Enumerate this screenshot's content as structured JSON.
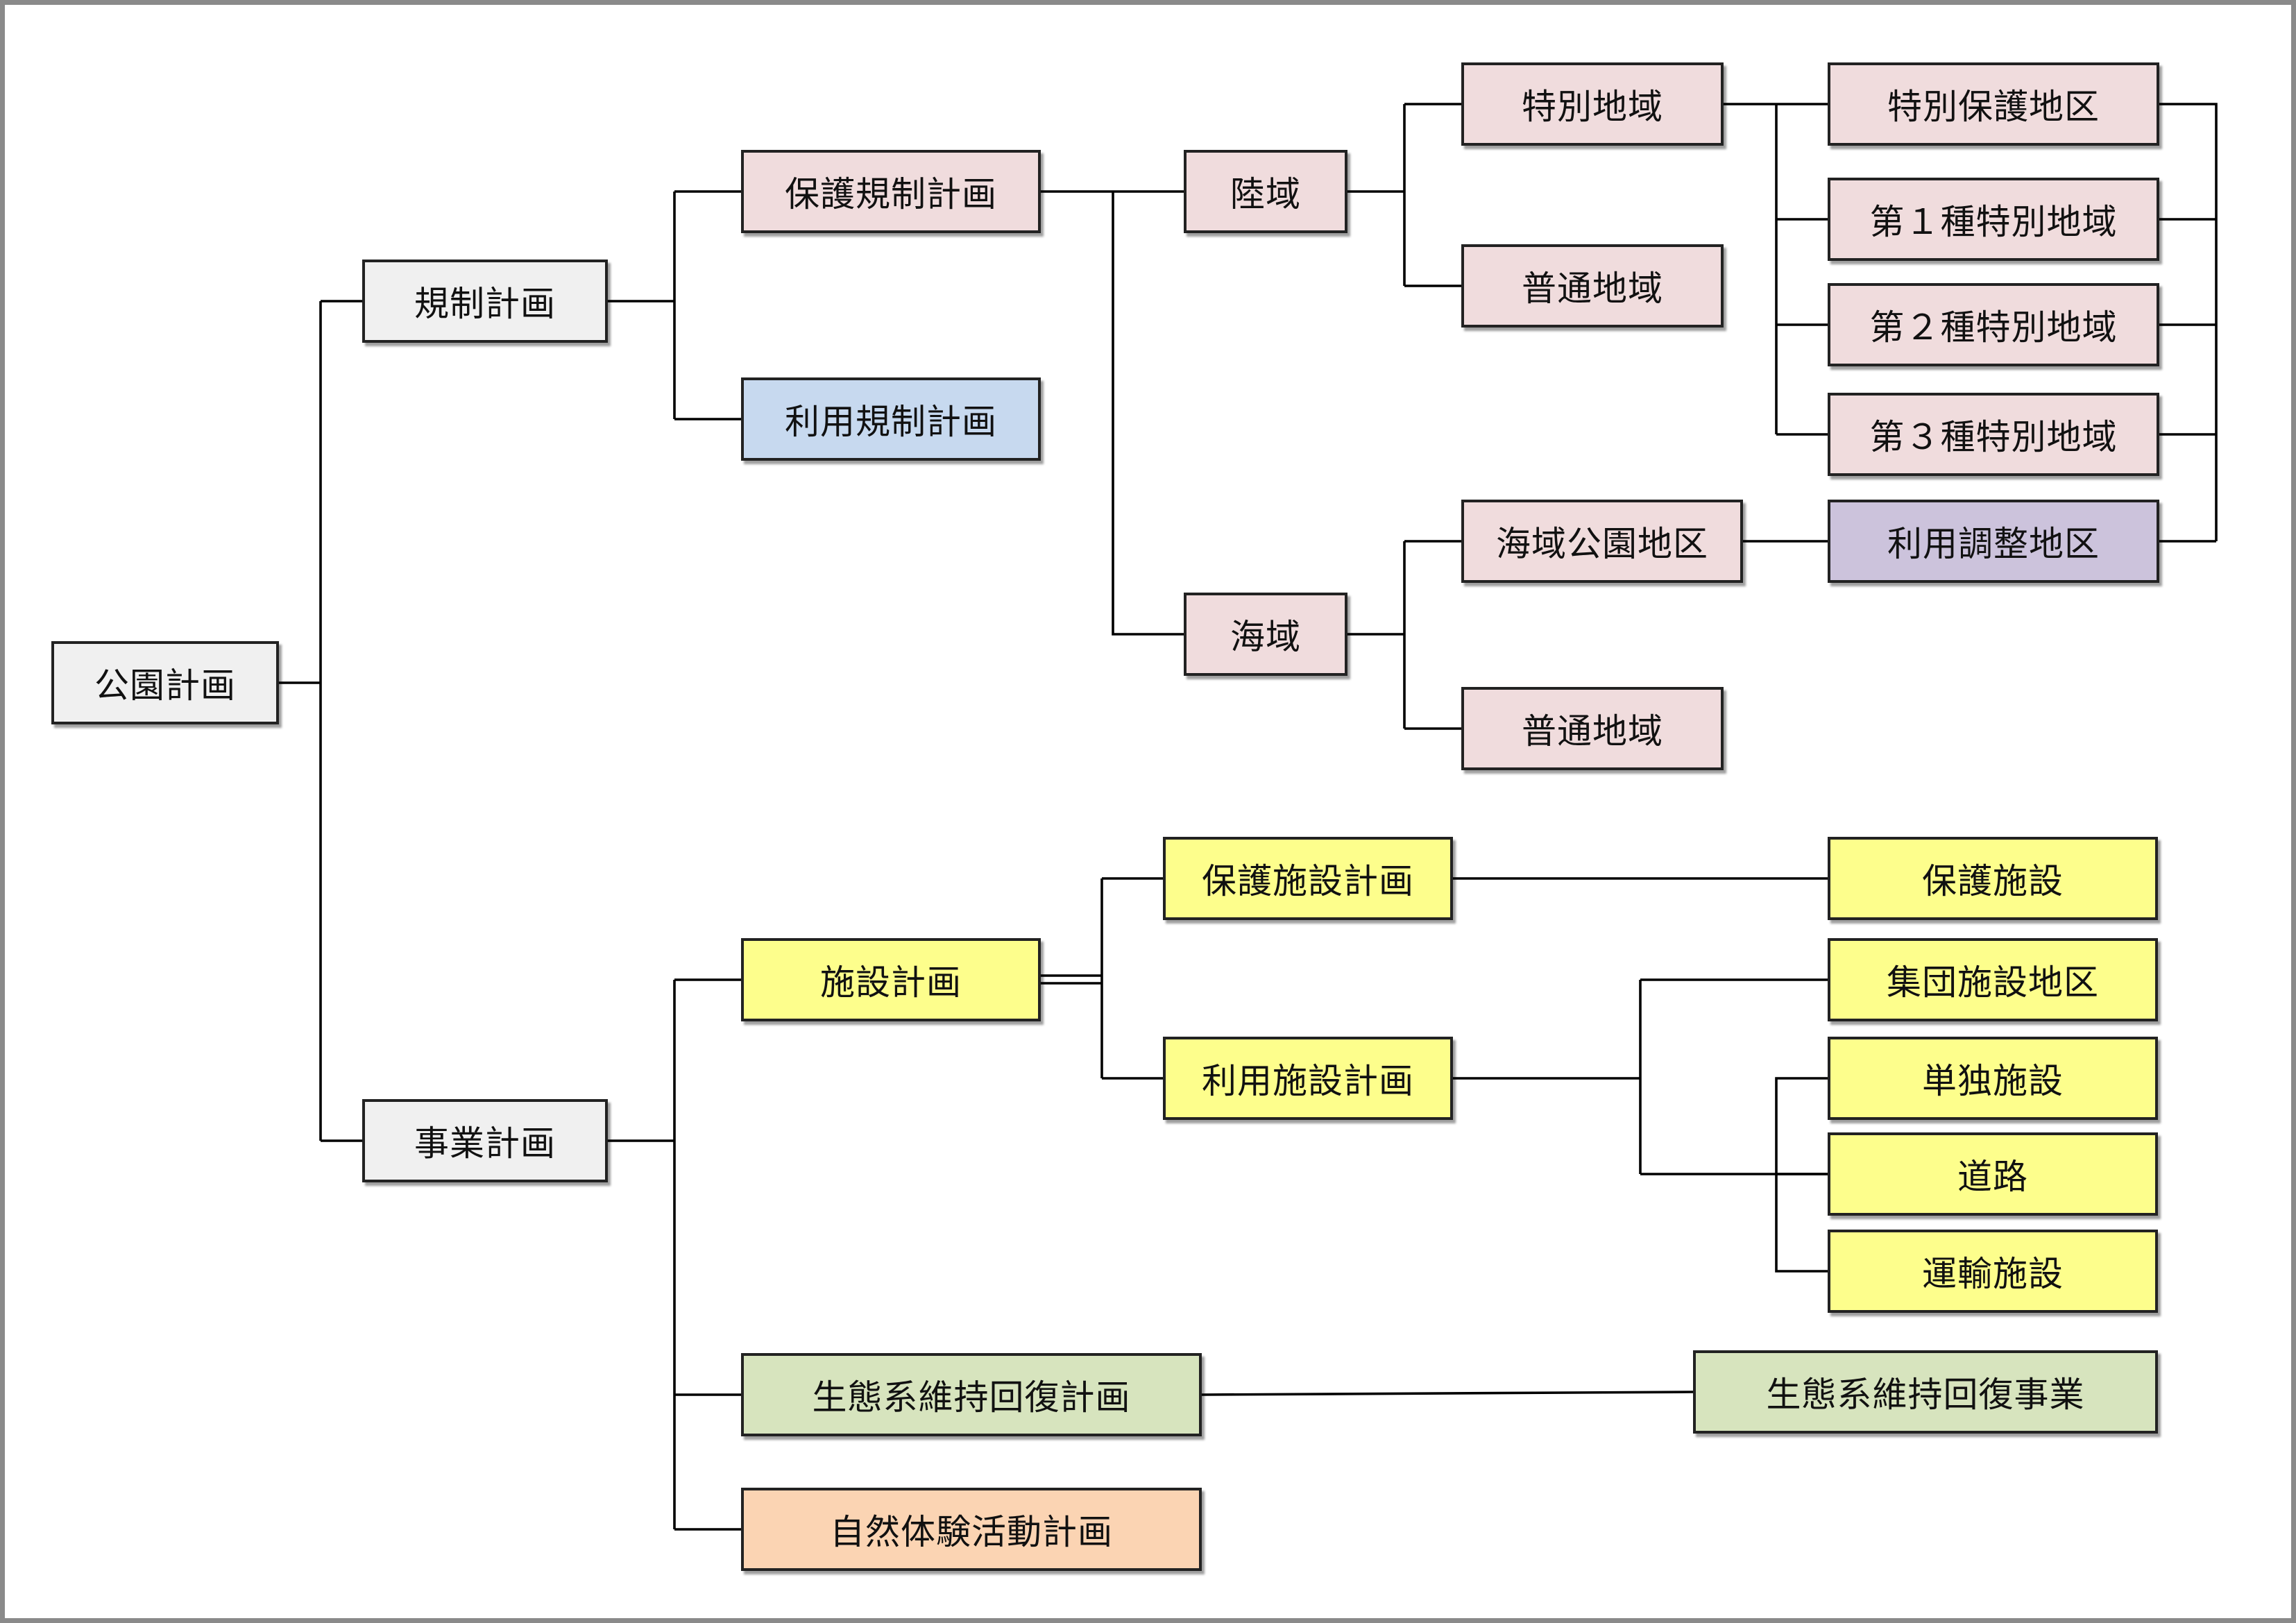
{
  "colors": {
    "gray": "#f0f0f0",
    "pink": "#f0dcdd",
    "blue": "#c7d9ef",
    "purple": "#ccc3dc",
    "yellow": "#fdfe8c",
    "green": "#d7e4be",
    "orange": "#fbd4b3",
    "line": "#000000",
    "border": "#222222"
  },
  "nodes": {
    "park_plan": {
      "label": "公園計画",
      "color": "gray"
    },
    "regulation_plan": {
      "label": "規制計画",
      "color": "gray"
    },
    "project_plan": {
      "label": "事業計画",
      "color": "gray"
    },
    "protection_reg_plan": {
      "label": "保護規制計画",
      "color": "pink"
    },
    "usage_reg_plan": {
      "label": "利用規制計画",
      "color": "blue"
    },
    "land_area": {
      "label": "陸域",
      "color": "pink"
    },
    "sea_area": {
      "label": "海域",
      "color": "pink"
    },
    "special_area": {
      "label": "特別地域",
      "color": "pink"
    },
    "ordinary_area_land": {
      "label": "普通地域",
      "color": "pink"
    },
    "marine_park_zone": {
      "label": "海域公園地区",
      "color": "pink"
    },
    "ordinary_area_sea": {
      "label": "普通地域",
      "color": "pink"
    },
    "special_protection_zone": {
      "label": "特別保護地区",
      "color": "pink"
    },
    "class1_special": {
      "label": "第１種特別地域",
      "color": "pink"
    },
    "class2_special": {
      "label": "第２種特別地域",
      "color": "pink"
    },
    "class3_special": {
      "label": "第３種特別地域",
      "color": "pink"
    },
    "use_adjust_zone": {
      "label": "利用調整地区",
      "color": "purple"
    },
    "facility_plan": {
      "label": "施設計画",
      "color": "yellow"
    },
    "protect_facility_plan": {
      "label": "保護施設計画",
      "color": "yellow"
    },
    "use_facility_plan": {
      "label": "利用施設計画",
      "color": "yellow"
    },
    "protect_facility": {
      "label": "保護施設",
      "color": "yellow"
    },
    "group_facility_zone": {
      "label": "集団施設地区",
      "color": "yellow"
    },
    "single_facility": {
      "label": "単独施設",
      "color": "yellow"
    },
    "road": {
      "label": "道路",
      "color": "yellow"
    },
    "transport_facility": {
      "label": "運輸施設",
      "color": "yellow"
    },
    "eco_restore_plan": {
      "label": "生態系維持回復計画",
      "color": "green"
    },
    "eco_restore_project": {
      "label": "生態系維持回復事業",
      "color": "green"
    },
    "nature_exp_plan": {
      "label": "自然体験活動計画",
      "color": "orange"
    }
  }
}
